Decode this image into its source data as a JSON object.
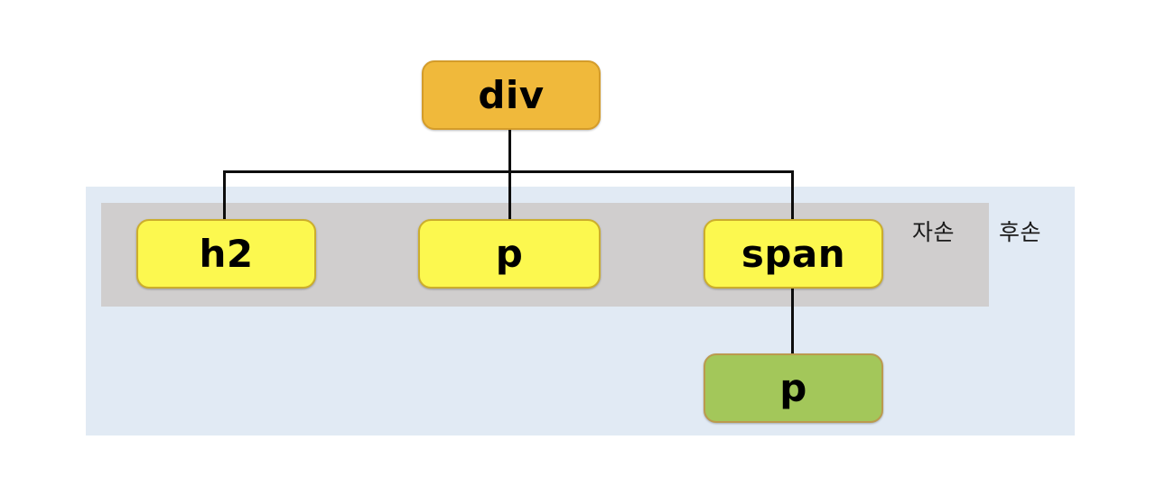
{
  "diagram": {
    "type": "dom-tree",
    "title": "",
    "regions": [
      {
        "id": "child",
        "label": "자손",
        "color": "#d0cece",
        "contains": [
          "h2",
          "p",
          "span"
        ]
      },
      {
        "id": "descendant",
        "label": "후손",
        "color": "#e1eaf4",
        "contains": [
          "h2",
          "p",
          "span",
          "p-grand"
        ]
      }
    ],
    "nodes": [
      {
        "id": "div",
        "label": "div",
        "color": "#f0b93b",
        "border": "#d49c2a"
      },
      {
        "id": "h2",
        "label": "h2",
        "color": "#fcf84f",
        "border": "#ccae2c"
      },
      {
        "id": "p",
        "label": "p",
        "color": "#fcf84f",
        "border": "#ccae2c"
      },
      {
        "id": "span",
        "label": "span",
        "color": "#fcf84f",
        "border": "#ccae2c"
      },
      {
        "id": "p-grand",
        "label": "p",
        "color": "#a3c75a",
        "border": "#bb9a4e"
      }
    ],
    "edges": [
      {
        "from": "div",
        "to": "h2"
      },
      {
        "from": "div",
        "to": "p"
      },
      {
        "from": "div",
        "to": "span"
      },
      {
        "from": "span",
        "to": "p-grand"
      }
    ],
    "line_color": "#0d0d0d"
  }
}
